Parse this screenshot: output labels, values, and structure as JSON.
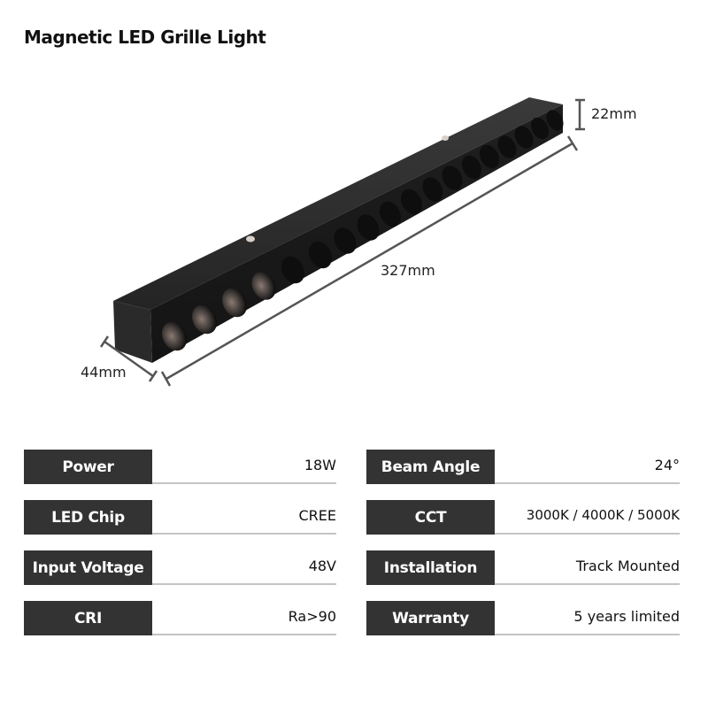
{
  "title": "Magnetic LED Grille Light",
  "dimensions": {
    "height": "22mm",
    "length": "327mm",
    "width": "44mm"
  },
  "product": {
    "color": "#1c1c1c",
    "led_count": 18
  },
  "specs": {
    "left": [
      {
        "label": "Power",
        "value": "18W"
      },
      {
        "label": "LED Chip",
        "value": "CREE"
      },
      {
        "label": "Input Voltage",
        "value": "48V"
      },
      {
        "label": "CRI",
        "value": "Ra>90"
      }
    ],
    "right": [
      {
        "label": "Beam Angle",
        "value": "24°"
      },
      {
        "label": "CCT",
        "value": "3000K / 4000K / 5000K"
      },
      {
        "label": "Installation",
        "value": "Track Mounted"
      },
      {
        "label": "Warranty",
        "value": "5 years limited"
      }
    ]
  },
  "colors": {
    "label_bg": "#333333",
    "label_text": "#ffffff",
    "divider": "#c4c4c4",
    "dimension_line": "#555555"
  }
}
